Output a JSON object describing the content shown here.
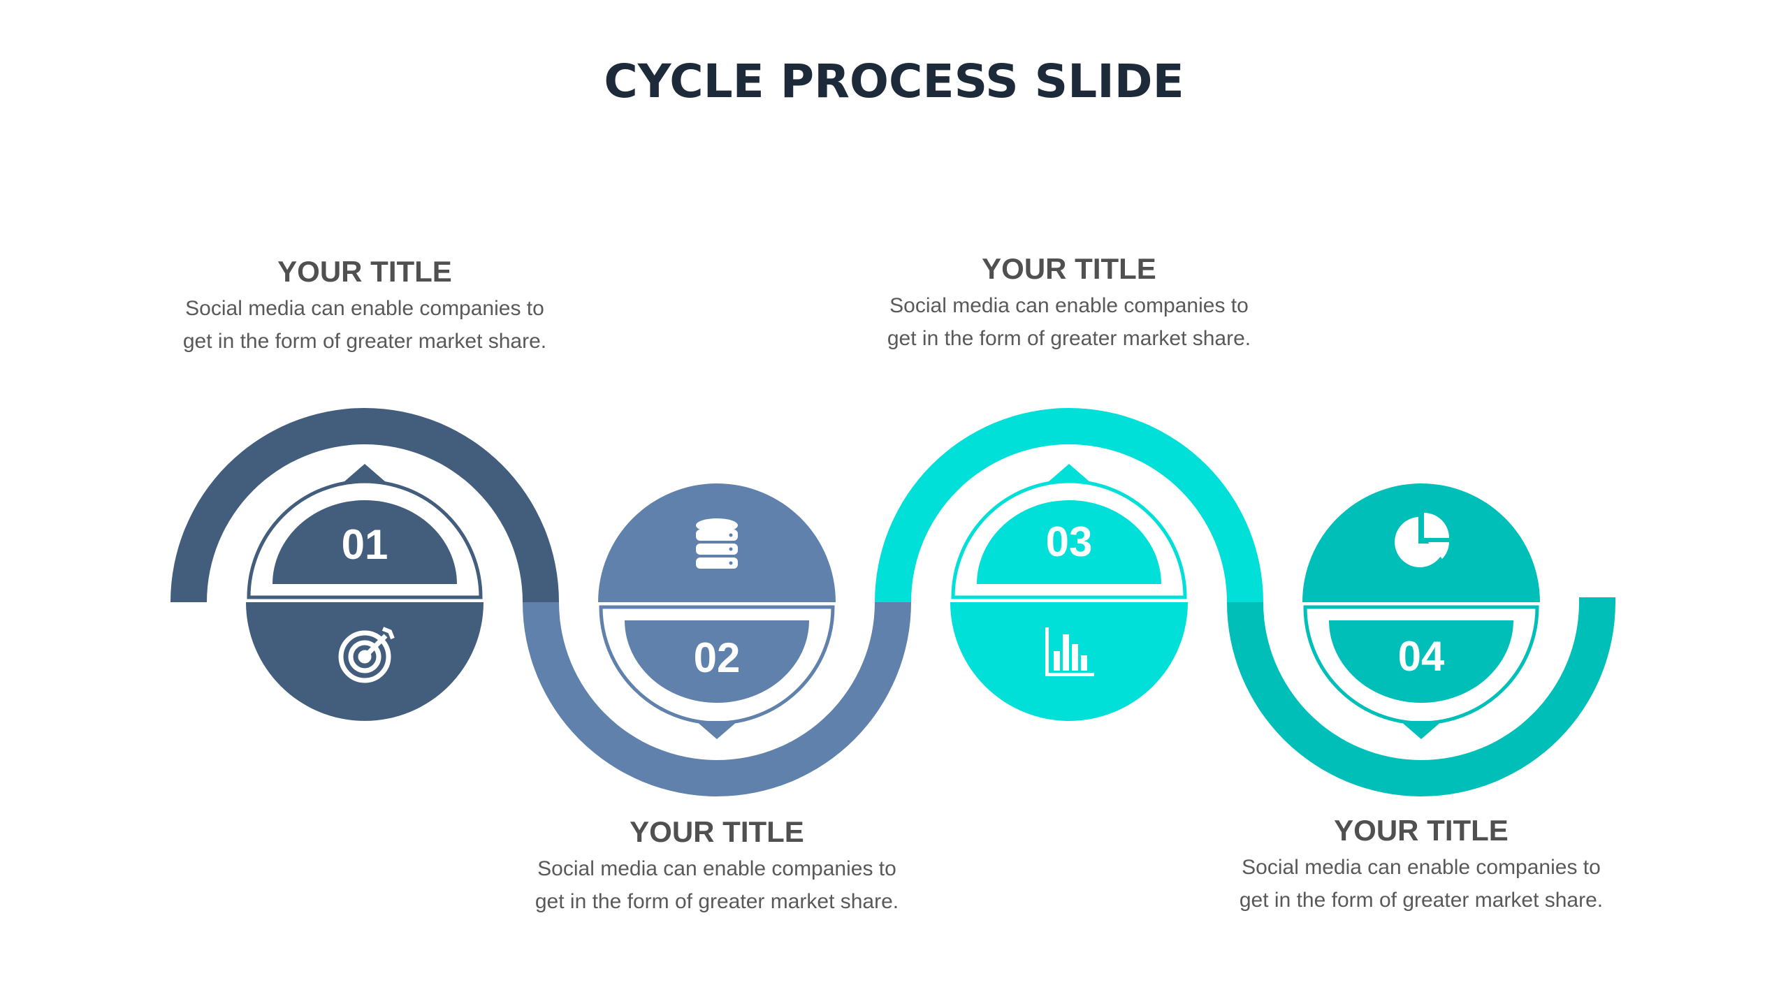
{
  "slide": {
    "title": "CYCLE PROCESS SLIDE"
  },
  "steps": [
    {
      "number": "01",
      "title": "YOUR TITLE",
      "description": "Social media can enable companies to get in the form of greater market share.",
      "icon": "target-icon",
      "color": "#435d7d"
    },
    {
      "number": "02",
      "title": "YOUR TITLE",
      "description": "Social media can enable companies to get in the form of greater market share.",
      "icon": "database-icon",
      "color": "#5f81ab"
    },
    {
      "number": "03",
      "title": "YOUR TITLE",
      "description": "Social media can enable companies to get in the form of greater market share.",
      "icon": "bar-chart-icon",
      "color": "#00dfd8"
    },
    {
      "number": "04",
      "title": "YOUR TITLE",
      "description": "Social media can enable companies to get in the form of greater market share.",
      "icon": "pie-chart-icon",
      "color": "#00bfb8"
    }
  ]
}
